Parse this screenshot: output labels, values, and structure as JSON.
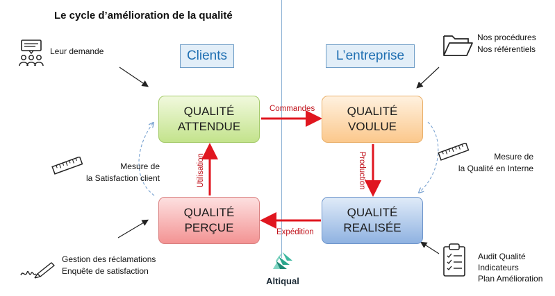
{
  "title": "Le cycle d’amélioration de la qualité",
  "pills": {
    "clients": "Clients",
    "entreprise": "L’entreprise"
  },
  "boxes": {
    "attendue": [
      "QUALITÉ",
      "ATTENDUE"
    ],
    "voulue": [
      "QUALITÉ",
      "VOULUE"
    ],
    "percue": [
      "QUALITÉ",
      "PERÇUE"
    ],
    "realisee": [
      "QUALITÉ",
      "REALISÉE"
    ]
  },
  "flows": {
    "commandes": "Commandes",
    "production": "Production",
    "expedition": "Expédition",
    "utilisation": "Utilisation"
  },
  "side_notes": {
    "demande": "Leur demande",
    "procedures": [
      "Nos procédures",
      "Nos référentiels"
    ],
    "satisfaction": [
      "Mesure de",
      "la Satisfaction client"
    ],
    "interne": [
      "Mesure de",
      "la Qualité en Interne"
    ],
    "reclamations": [
      "Gestion des réclamations",
      "Enquête de satisfaction"
    ],
    "audit": [
      "Audit Qualité",
      "Indicateurs",
      "Plan Amélioration"
    ]
  },
  "logo": {
    "text": "Altiqual"
  },
  "icons": [
    "people-speech-icon",
    "folder-icon",
    "ruler-icon",
    "ruler-icon",
    "pen-signature-icon",
    "checklist-icon",
    "altiqual-logo-icon"
  ],
  "colors": {
    "flow_arrow": "#e0161f",
    "pill_text": "#1f6fb2",
    "attendue": "#c3e38c",
    "voulue": "#fbc88c",
    "percue": "#f39393",
    "realisee": "#8fb2e1"
  }
}
